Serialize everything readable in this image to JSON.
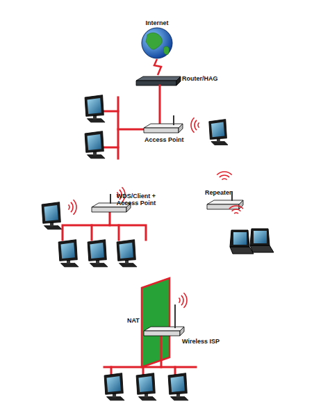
{
  "diagram": {
    "labels": [
      "Internet",
      "Router/HAG",
      "Access Point",
      "WDS/Client + Access Point",
      "Repeater",
      "NAT",
      "Wireless ISP"
    ]
  }
}
